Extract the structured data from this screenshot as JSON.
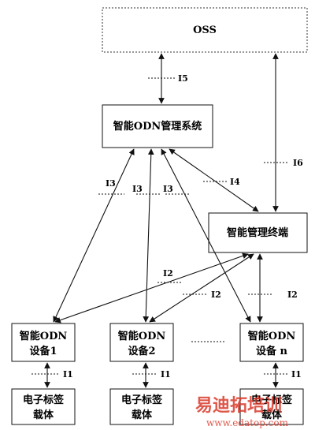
{
  "nodes": {
    "oss": "OSS",
    "mgmt_system": "智能ODN管理系统",
    "mgmt_terminal": "智能管理终端",
    "dev1": [
      "智能ODN",
      "设备1"
    ],
    "dev2": [
      "智能ODN",
      "设备2"
    ],
    "devn": [
      "智能ODN",
      "设备 n"
    ],
    "tag1": [
      "电子标签",
      "载体"
    ],
    "tag2": [
      "电子标签",
      "载体"
    ],
    "tagn": [
      "电子标签",
      "载体"
    ]
  },
  "interfaces": {
    "i1": "I1",
    "i2": "I2",
    "i3": "I3",
    "i4": "I4",
    "i5": "I5",
    "i6": "I6"
  },
  "watermark": {
    "main": "易迪拓培训",
    "url": "www.edatop.com"
  }
}
